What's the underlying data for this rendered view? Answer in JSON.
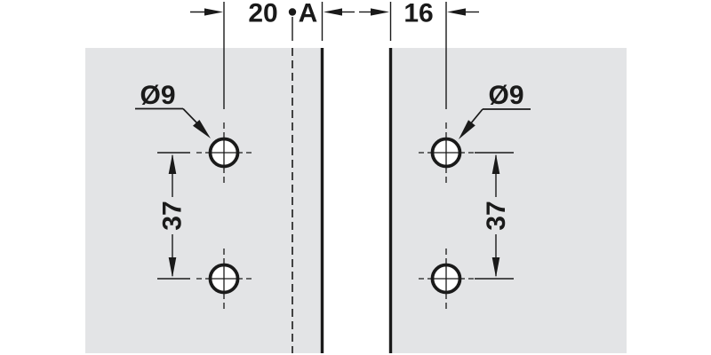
{
  "diagram": {
    "dims": {
      "edge_to_hole_left": "20",
      "reference_gap": "A",
      "edge_to_hole_right": "16",
      "hole_spacing_left": "37",
      "hole_spacing_right": "37",
      "hole_diameter_left": "Ø9",
      "hole_diameter_right": "Ø9"
    },
    "colors": {
      "panel_fill": "#e3e4e6",
      "line": "#1a1a1a",
      "background": "#ffffff"
    }
  }
}
